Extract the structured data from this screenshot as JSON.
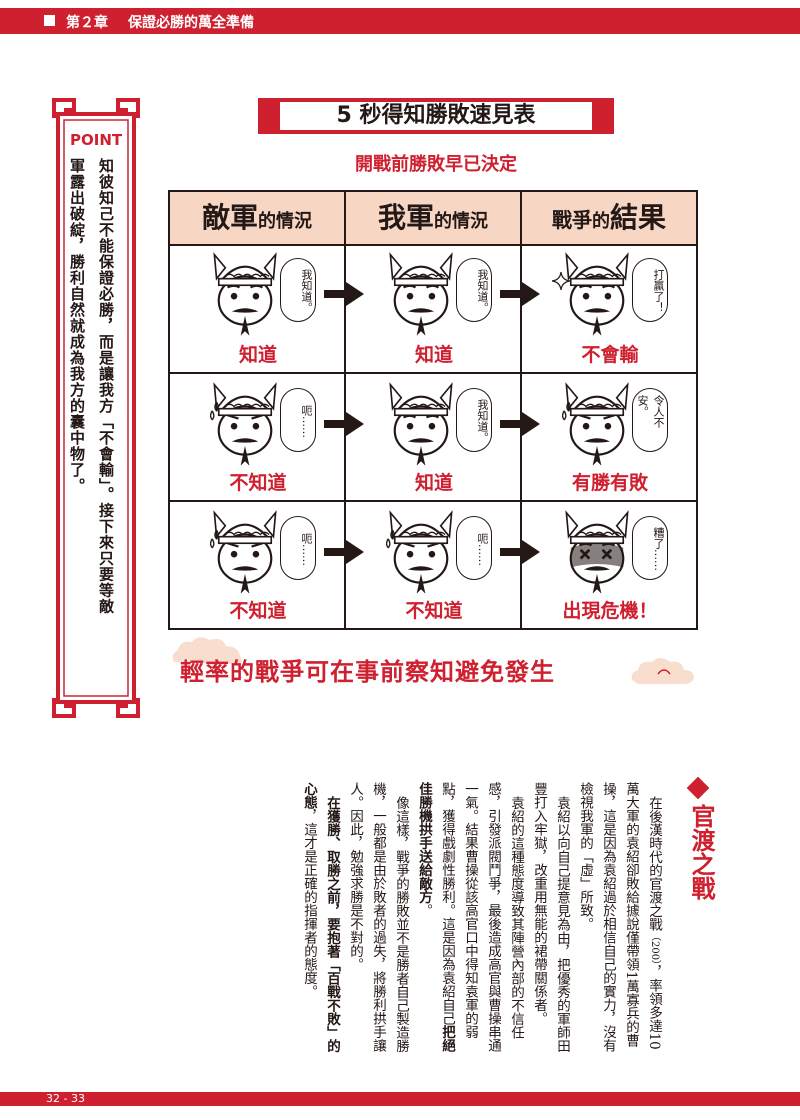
{
  "header": {
    "chapter": "第２章",
    "title": "保證必勝的萬全準備"
  },
  "point": {
    "label": "POINT",
    "lines": [
      "知彼知己不能保證必勝，而是讓我方「不會輸」。接下來只要等敵",
      "軍露出破綻，勝利自然就成為我方的囊中物了。"
    ]
  },
  "table": {
    "title": "5 秒得知勝敗速見表",
    "subtitle": "開戰前勝敗早已決定",
    "headers": [
      {
        "big": "敵軍",
        "small": "的情況"
      },
      {
        "big": "我軍",
        "small": "的情況"
      },
      {
        "big": "戰爭",
        "small": "的",
        "big2": "結果"
      }
    ],
    "rows": [
      {
        "enemy": "知道",
        "ours": "知道",
        "result": "不會輸",
        "bubbles": [
          "我知道。",
          "我知道。",
          "打贏了！"
        ]
      },
      {
        "enemy": "不知道",
        "ours": "知道",
        "result": "有勝有敗",
        "bubbles": [
          "呃……",
          "我知道。",
          "令人不安。"
        ]
      },
      {
        "enemy": "不知道",
        "ours": "不知道",
        "result": "出現危機！",
        "bubbles": [
          "呃……",
          "呃……",
          "糟了……"
        ]
      }
    ]
  },
  "slogan": "輕率的戰爭可在事前察知避免發生",
  "section": {
    "title": "官渡之戰"
  },
  "article": {
    "p1_a": "在後漢時代的官渡之戰",
    "p1_year": "（200）",
    "p1_b": "，率領多達10萬大軍的袁紹卻敗給據說僅帶領1萬寡兵的曹操，這是因為袁紹過於相信自己的實力，沒有檢視我軍的「虛」所致。",
    "p2": "袁紹以向自己提意見為由，把優秀的軍師田豐打入牢獄，改重用無能的裙帶關係者。",
    "p3_a": "袁紹的這種態度導致其陣營內部的不信任感，引發派閥鬥爭，最後造成高官與曹操串通一氣。結果曹操從該高官口中得知袁軍的弱點，獲得戲劇性勝利。這是因為袁紹自己",
    "p3_bold": "把絕佳勝機拱手送給敵方",
    "p3_b": "。",
    "p4": "像這樣，戰爭的勝敗並不是勝者自己製造勝機，一般都是由於敗者的過失，將勝利拱手讓人。因此，勉強求勝是不對的。",
    "p5_bold1": "在獲勝、取勝之前，要抱著「百戰不敗」的心態",
    "p5_b": "，這才是正確的指揮者的態度。"
  },
  "footer": {
    "pages": "32 - 33"
  },
  "colors": {
    "accent": "#cf2030",
    "header_fill": "#f7d6c4",
    "ink": "#231815"
  }
}
